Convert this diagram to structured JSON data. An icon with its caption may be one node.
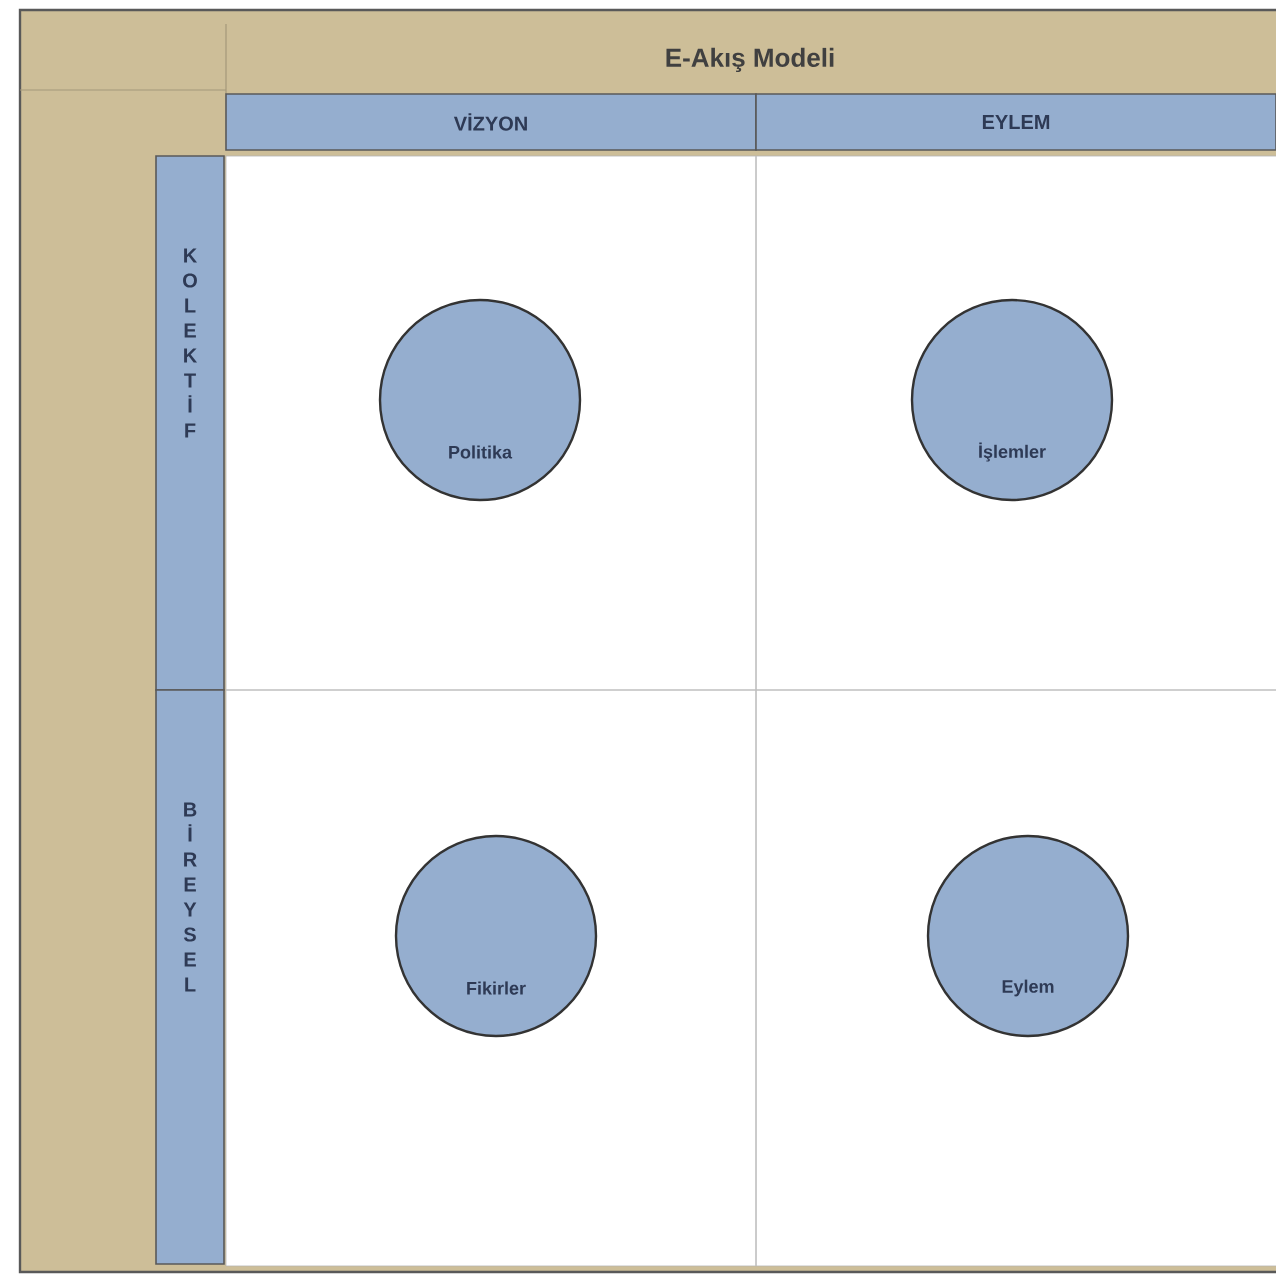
{
  "diagram": {
    "title": "E-Akış Modeli",
    "nodes": [
      {
        "text": [
          "VİZYON"
        ]
      },
      {
        "text": [
          "EYLEM"
        ]
      },
      {
        "text": [
          "KOLEKTİF"
        ]
      },
      {
        "text": [
          "BİREYSEL"
        ]
      },
      {
        "text": [
          "Politika"
        ]
      },
      {
        "text": [
          "İşlemler"
        ]
      },
      {
        "text": [
          "Fikirler"
        ]
      },
      {
        "text": [
          "Eylem"
        ]
      }
    ]
  }
}
